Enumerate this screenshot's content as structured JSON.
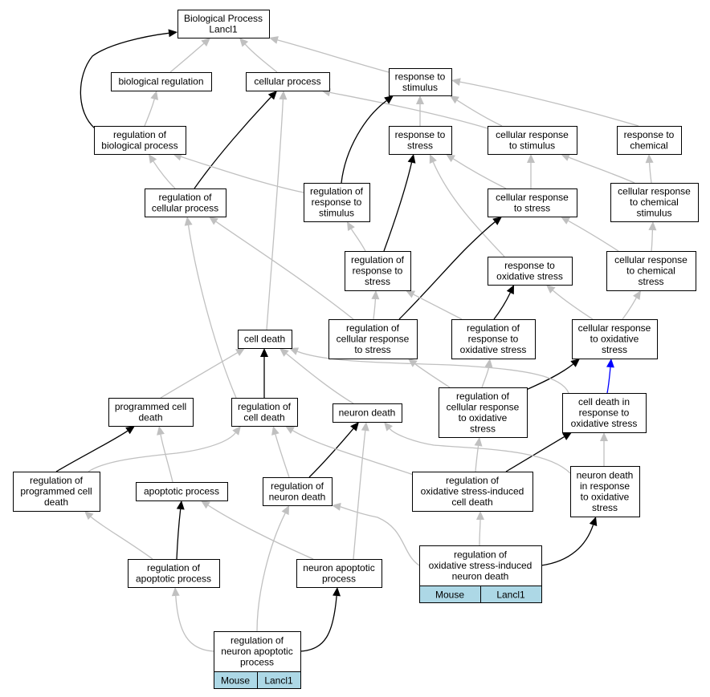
{
  "nodes": [
    {
      "id": "bp",
      "lines": [
        "Biological Process",
        "Lancl1"
      ]
    },
    {
      "id": "biological_regulation",
      "lines": [
        "biological regulation"
      ]
    },
    {
      "id": "cellular_process",
      "lines": [
        "cellular process"
      ]
    },
    {
      "id": "response_to_stimulus",
      "lines": [
        "response to",
        "stimulus"
      ]
    },
    {
      "id": "reg_biological_process",
      "lines": [
        "regulation of",
        "biological process"
      ]
    },
    {
      "id": "response_to_stress",
      "lines": [
        "response to",
        "stress"
      ]
    },
    {
      "id": "cellular_response_to_stimulus",
      "lines": [
        "cellular response",
        "to stimulus"
      ]
    },
    {
      "id": "response_to_chemical",
      "lines": [
        "response to",
        "chemical"
      ]
    },
    {
      "id": "reg_cellular_process",
      "lines": [
        "regulation of",
        "cellular process"
      ]
    },
    {
      "id": "reg_response_to_stimulus",
      "lines": [
        "regulation of",
        "response to",
        "stimulus"
      ]
    },
    {
      "id": "cellular_response_to_stress",
      "lines": [
        "cellular response",
        "to stress"
      ]
    },
    {
      "id": "cellular_response_to_chemical_stimulus",
      "lines": [
        "cellular response",
        "to chemical",
        "stimulus"
      ]
    },
    {
      "id": "reg_response_to_stress",
      "lines": [
        "regulation of",
        "response to",
        "stress"
      ]
    },
    {
      "id": "response_to_oxidative_stress",
      "lines": [
        "response to",
        "oxidative stress"
      ]
    },
    {
      "id": "cellular_response_to_chemical_stress",
      "lines": [
        "cellular response",
        "to chemical",
        "stress"
      ]
    },
    {
      "id": "cell_death",
      "lines": [
        "cell death"
      ]
    },
    {
      "id": "reg_cellular_response_to_stress",
      "lines": [
        "regulation of",
        "cellular response",
        "to stress"
      ]
    },
    {
      "id": "reg_response_to_oxidative_stress",
      "lines": [
        "regulation of",
        "response to",
        "oxidative stress"
      ]
    },
    {
      "id": "cellular_response_to_oxidative_stress",
      "lines": [
        "cellular response",
        "to oxidative",
        "stress"
      ]
    },
    {
      "id": "programmed_cell_death",
      "lines": [
        "programmed cell",
        "death"
      ]
    },
    {
      "id": "reg_cell_death",
      "lines": [
        "regulation of",
        "cell death"
      ]
    },
    {
      "id": "neuron_death",
      "lines": [
        "neuron death"
      ]
    },
    {
      "id": "reg_cellular_response_to_oxidative_stress",
      "lines": [
        "regulation of",
        "cellular response",
        "to oxidative",
        "stress"
      ]
    },
    {
      "id": "cell_death_in_response_to_oxidative_stress",
      "lines": [
        "cell death in",
        "response to",
        "oxidative stress"
      ]
    },
    {
      "id": "reg_programmed_cell_death",
      "lines": [
        "regulation of",
        "programmed cell",
        "death"
      ]
    },
    {
      "id": "apoptotic_process",
      "lines": [
        "apoptotic process"
      ]
    },
    {
      "id": "reg_neuron_death",
      "lines": [
        "regulation of",
        "neuron death"
      ]
    },
    {
      "id": "reg_oxidative_stress_induced_cell_death",
      "lines": [
        "regulation of",
        "oxidative stress-induced",
        "cell death"
      ]
    },
    {
      "id": "neuron_death_in_response_to_oxidative_stress",
      "lines": [
        "neuron death",
        "in response",
        "to oxidative",
        "stress"
      ]
    },
    {
      "id": "reg_apoptotic_process",
      "lines": [
        "regulation of",
        "apoptotic process"
      ]
    },
    {
      "id": "neuron_apoptotic_process",
      "lines": [
        "neuron apoptotic",
        "process"
      ]
    },
    {
      "id": "reg_oxidative_stress_induced_neuron_death",
      "lines": [
        "regulation of",
        "oxidative stress-induced",
        "neuron death"
      ],
      "cells": [
        "Mouse",
        "Lancl1"
      ]
    },
    {
      "id": "reg_neuron_apoptotic_process",
      "lines": [
        "regulation of",
        "neuron apoptotic",
        "process"
      ],
      "cells": [
        "Mouse",
        "Lancl1"
      ]
    }
  ],
  "edges": [
    {
      "from": "biological_regulation",
      "to": "bp",
      "relation": "is_a"
    },
    {
      "from": "cellular_process",
      "to": "bp",
      "relation": "is_a"
    },
    {
      "from": "response_to_stimulus",
      "to": "bp",
      "relation": "is_a"
    },
    {
      "from": "reg_biological_process",
      "to": "bp",
      "relation": "regulates"
    },
    {
      "from": "reg_biological_process",
      "to": "biological_regulation",
      "relation": "is_a"
    },
    {
      "from": "reg_cellular_process",
      "to": "reg_biological_process",
      "relation": "is_a"
    },
    {
      "from": "reg_cellular_process",
      "to": "cellular_process",
      "relation": "regulates"
    },
    {
      "from": "cellular_response_to_stimulus",
      "to": "cellular_process",
      "relation": "is_a"
    },
    {
      "from": "cellular_response_to_stimulus",
      "to": "response_to_stimulus",
      "relation": "is_a"
    },
    {
      "from": "response_to_stress",
      "to": "response_to_stimulus",
      "relation": "is_a"
    },
    {
      "from": "response_to_chemical",
      "to": "response_to_stimulus",
      "relation": "is_a"
    },
    {
      "from": "reg_response_to_stimulus",
      "to": "reg_biological_process",
      "relation": "is_a"
    },
    {
      "from": "reg_response_to_stimulus",
      "to": "response_to_stimulus",
      "relation": "regulates"
    },
    {
      "from": "cellular_response_to_stress",
      "to": "response_to_stress",
      "relation": "is_a"
    },
    {
      "from": "cellular_response_to_stress",
      "to": "cellular_response_to_stimulus",
      "relation": "is_a"
    },
    {
      "from": "cellular_response_to_chemical_stimulus",
      "to": "cellular_response_to_stimulus",
      "relation": "is_a"
    },
    {
      "from": "cellular_response_to_chemical_stimulus",
      "to": "response_to_chemical",
      "relation": "is_a"
    },
    {
      "from": "reg_response_to_stress",
      "to": "reg_response_to_stimulus",
      "relation": "is_a"
    },
    {
      "from": "reg_response_to_stress",
      "to": "response_to_stress",
      "relation": "regulates"
    },
    {
      "from": "response_to_oxidative_stress",
      "to": "response_to_stress",
      "relation": "is_a"
    },
    {
      "from": "cellular_response_to_chemical_stress",
      "to": "cellular_response_to_stress",
      "relation": "is_a"
    },
    {
      "from": "cellular_response_to_chemical_stress",
      "to": "cellular_response_to_chemical_stimulus",
      "relation": "is_a"
    },
    {
      "from": "cell_death",
      "to": "cellular_process",
      "relation": "is_a"
    },
    {
      "from": "reg_cellular_response_to_stress",
      "to": "reg_cellular_process",
      "relation": "is_a"
    },
    {
      "from": "reg_cellular_response_to_stress",
      "to": "reg_response_to_stress",
      "relation": "is_a"
    },
    {
      "from": "reg_cellular_response_to_stress",
      "to": "cellular_response_to_stress",
      "relation": "regulates"
    },
    {
      "from": "reg_response_to_oxidative_stress",
      "to": "reg_response_to_stress",
      "relation": "is_a"
    },
    {
      "from": "reg_response_to_oxidative_stress",
      "to": "response_to_oxidative_stress",
      "relation": "regulates"
    },
    {
      "from": "cellular_response_to_oxidative_stress",
      "to": "response_to_oxidative_stress",
      "relation": "is_a"
    },
    {
      "from": "cellular_response_to_oxidative_stress",
      "to": "cellular_response_to_chemical_stress",
      "relation": "is_a"
    },
    {
      "from": "programmed_cell_death",
      "to": "cell_death",
      "relation": "is_a"
    },
    {
      "from": "reg_cell_death",
      "to": "reg_cellular_process",
      "relation": "is_a"
    },
    {
      "from": "reg_cell_death",
      "to": "cell_death",
      "relation": "regulates"
    },
    {
      "from": "neuron_death",
      "to": "cell_death",
      "relation": "is_a"
    },
    {
      "from": "reg_cellular_response_to_oxidative_stress",
      "to": "reg_cellular_response_to_stress",
      "relation": "is_a"
    },
    {
      "from": "reg_cellular_response_to_oxidative_stress",
      "to": "reg_response_to_oxidative_stress",
      "relation": "is_a"
    },
    {
      "from": "reg_cellular_response_to_oxidative_stress",
      "to": "cellular_response_to_oxidative_stress",
      "relation": "regulates"
    },
    {
      "from": "cell_death_in_response_to_oxidative_stress",
      "to": "cell_death",
      "relation": "is_a"
    },
    {
      "from": "cell_death_in_response_to_oxidative_stress",
      "to": "cellular_response_to_oxidative_stress",
      "relation": "part_of"
    },
    {
      "from": "reg_programmed_cell_death",
      "to": "reg_cell_death",
      "relation": "is_a"
    },
    {
      "from": "reg_programmed_cell_death",
      "to": "programmed_cell_death",
      "relation": "regulates"
    },
    {
      "from": "apoptotic_process",
      "to": "programmed_cell_death",
      "relation": "is_a"
    },
    {
      "from": "reg_neuron_death",
      "to": "reg_cell_death",
      "relation": "is_a"
    },
    {
      "from": "reg_neuron_death",
      "to": "neuron_death",
      "relation": "regulates"
    },
    {
      "from": "reg_oxidative_stress_induced_cell_death",
      "to": "reg_cell_death",
      "relation": "is_a"
    },
    {
      "from": "reg_oxidative_stress_induced_cell_death",
      "to": "reg_cellular_response_to_oxidative_stress",
      "relation": "is_a"
    },
    {
      "from": "reg_oxidative_stress_induced_cell_death",
      "to": "cell_death_in_response_to_oxidative_stress",
      "relation": "regulates"
    },
    {
      "from": "neuron_death_in_response_to_oxidative_stress",
      "to": "neuron_death",
      "relation": "is_a"
    },
    {
      "from": "neuron_death_in_response_to_oxidative_stress",
      "to": "cell_death_in_response_to_oxidative_stress",
      "relation": "is_a"
    },
    {
      "from": "reg_apoptotic_process",
      "to": "reg_programmed_cell_death",
      "relation": "is_a"
    },
    {
      "from": "reg_apoptotic_process",
      "to": "apoptotic_process",
      "relation": "regulates"
    },
    {
      "from": "neuron_apoptotic_process",
      "to": "apoptotic_process",
      "relation": "is_a"
    },
    {
      "from": "neuron_apoptotic_process",
      "to": "neuron_death",
      "relation": "is_a"
    },
    {
      "from": "reg_oxidative_stress_induced_neuron_death",
      "to": "reg_neuron_death",
      "relation": "is_a"
    },
    {
      "from": "reg_oxidative_stress_induced_neuron_death",
      "to": "reg_oxidative_stress_induced_cell_death",
      "relation": "is_a"
    },
    {
      "from": "reg_oxidative_stress_induced_neuron_death",
      "to": "neuron_death_in_response_to_oxidative_stress",
      "relation": "regulates"
    },
    {
      "from": "reg_neuron_apoptotic_process",
      "to": "reg_apoptotic_process",
      "relation": "is_a"
    },
    {
      "from": "reg_neuron_apoptotic_process",
      "to": "reg_neuron_death",
      "relation": "is_a"
    },
    {
      "from": "reg_neuron_apoptotic_process",
      "to": "neuron_apoptotic_process",
      "relation": "regulates"
    }
  ],
  "colors": {
    "is_a": "#c0c0c0",
    "regulates": "#000000",
    "part_of": "#0000ff",
    "annotation_cell": "#add8e6",
    "node_border": "#000000",
    "background": "#ffffff"
  }
}
